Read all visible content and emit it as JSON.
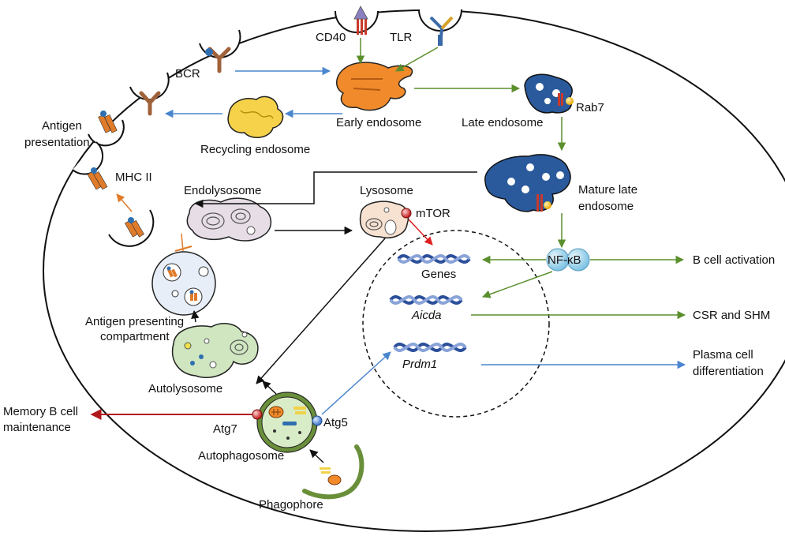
{
  "labels": {
    "cd40": "CD40",
    "tlr": "TLR",
    "bcr": "BCR",
    "early_endosome": "Early endosome",
    "late_endosome": "Late endosome",
    "rab7": "Rab7",
    "recycling_endosome": "Recycling endosome",
    "antigen_presentation_1": "Antigen",
    "antigen_presentation_2": "presentation",
    "mhc_ii": "MHC II",
    "endolysosome": "Endolysosome",
    "lysosome": "Lysosome",
    "mtor": "mTOR",
    "mature_late_endosome_1": "Mature late",
    "mature_late_endosome_2": "endosome",
    "nfkb": "NF-κB",
    "b_cell_activation": "B cell activation",
    "genes": "Genes",
    "aicda": "Aicda",
    "csr_shm": "CSR and SHM",
    "prdm1": "Prdm1",
    "plasma_cell_1": "Plasma cell",
    "plasma_cell_2": "differentiation",
    "apc_1": "Antigen presenting",
    "apc_2": "compartment",
    "autolysosome": "Autolysosome",
    "memory_b_1": "Memory B cell",
    "memory_b_2": "maintenance",
    "atg7": "Atg7",
    "atg5": "Atg5",
    "autophagosome": "Autophagosome",
    "phagophore": "Phagophore"
  },
  "colors": {
    "green_arrow": "#5b8f2e",
    "blue_arrow": "#4a86cf",
    "red_arrow": "#b0191c",
    "orange_arrow": "#e07b2a",
    "early_endosome": "#f08a2a",
    "late_endosome": "#2a5a9c",
    "recycling_endosome": "#f5d24a",
    "dna": "#3a5fa8",
    "nfkb": "#9fd3ea"
  },
  "icons": {
    "mtor_marker": "red-sphere-icon",
    "atg7_marker": "red-sphere-icon",
    "atg5_marker": "blue-sphere-icon",
    "rab7_marker": "yellow-sphere-icon"
  }
}
